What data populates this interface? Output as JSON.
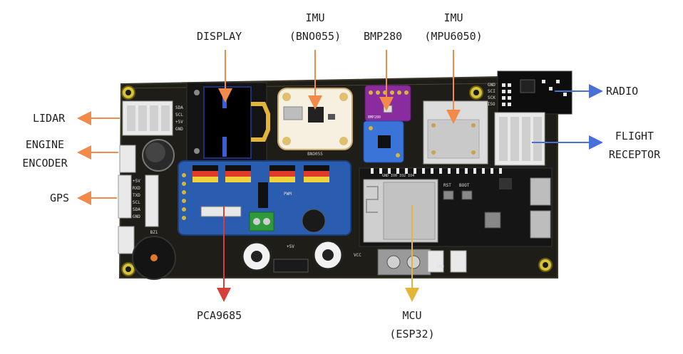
{
  "labels": {
    "display": "DISPLAY",
    "imu_bno": [
      "IMU",
      "(BNO055)"
    ],
    "bmp280": "BMP280",
    "imu_mpu": [
      "IMU",
      "(MPU6050)"
    ],
    "radio": "RADIO",
    "lidar": "LIDAR",
    "engine_encoder": [
      "ENGINE",
      "ENCODER"
    ],
    "gps": "GPS",
    "flight_receptor": [
      "FLIGHT",
      "RECEPTOR"
    ],
    "pca": "PCA9685",
    "mcu": [
      "MCU",
      "(ESP32)"
    ]
  },
  "board_text": {
    "bno055": "BNO055",
    "bmp280": "BMP280",
    "mcu_pins": "GND IO0 IO2 IO4",
    "rst": "RST",
    "boot": "BOOT",
    "bz": "BZ1",
    "p5v": "+5V",
    "vcc": "VCC",
    "gnd": "GND",
    "pwm": "PWM"
  },
  "pin_labels": {
    "lidar": [
      "SDA",
      "SCL",
      "+5V",
      "GND"
    ],
    "gps": [
      "+5V",
      "RXD",
      "TXD",
      "SCL",
      "SDA",
      "GND"
    ],
    "radio": [
      "GND",
      "SCI",
      "SCK",
      "MISO"
    ]
  },
  "colors": {
    "orange": "#f28a4a",
    "red": "#d6403a",
    "gold": "#e3b63a",
    "blue": "#4a6fd8",
    "pcb": "#1f1d17",
    "pca_board": "#2a5db0",
    "bmp_board": "#8a2ca0",
    "mpu_board": "#2f6ed0"
  }
}
